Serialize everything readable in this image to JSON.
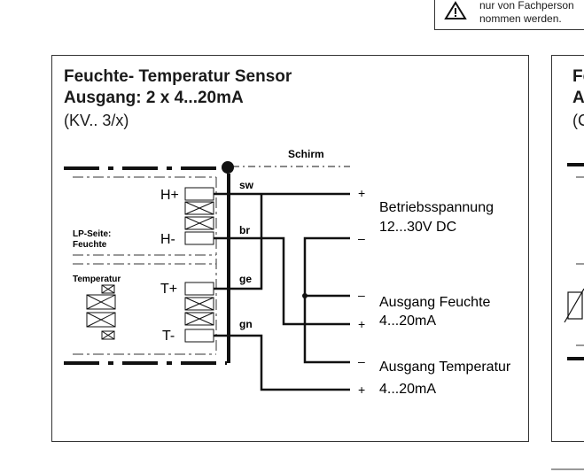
{
  "notice": {
    "line1": "nur von Fachperson",
    "line2": "nommen werden."
  },
  "panel": {
    "title_line1": "Feuchte- Temperatur Sensor",
    "title_line2": "Ausgang: 2 x 4...20mA",
    "subtitle": "(KV.. 3/x)"
  },
  "diagram": {
    "shield_label": "Schirm",
    "lp_label_line1": "LP-Seite:",
    "lp_label_line2": "Feuchte",
    "temp_label": "Temperatur",
    "terminals": [
      "H+",
      "H-",
      "T+",
      "T-"
    ],
    "wires": [
      "sw",
      "br",
      "ge",
      "gn"
    ],
    "signs": [
      "+",
      "–",
      "–",
      "+",
      "–",
      "+"
    ],
    "outputs": [
      {
        "name": "Betriebsspannung",
        "range": "12...30V DC"
      },
      {
        "name": "Ausgang Feuchte",
        "range": "4...20mA"
      },
      {
        "name": "Ausgang Temperatur",
        "range": "4...20mA"
      }
    ]
  },
  "panel2": {
    "line1": "Fe",
    "line2": "Au",
    "line3": "(C"
  }
}
